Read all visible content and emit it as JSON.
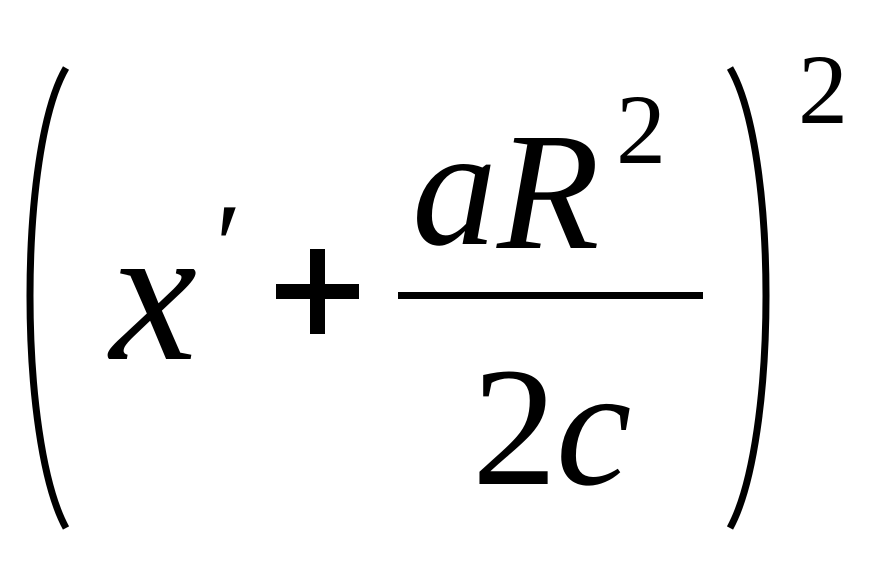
{
  "formula": {
    "variable": "x",
    "prime": "′",
    "operator": "+",
    "numerator_coefficient": "a",
    "numerator_symbol": "R",
    "numerator_exponent": "2",
    "denominator_number": "2",
    "denominator_symbol": "c",
    "outer_exponent": "2"
  }
}
